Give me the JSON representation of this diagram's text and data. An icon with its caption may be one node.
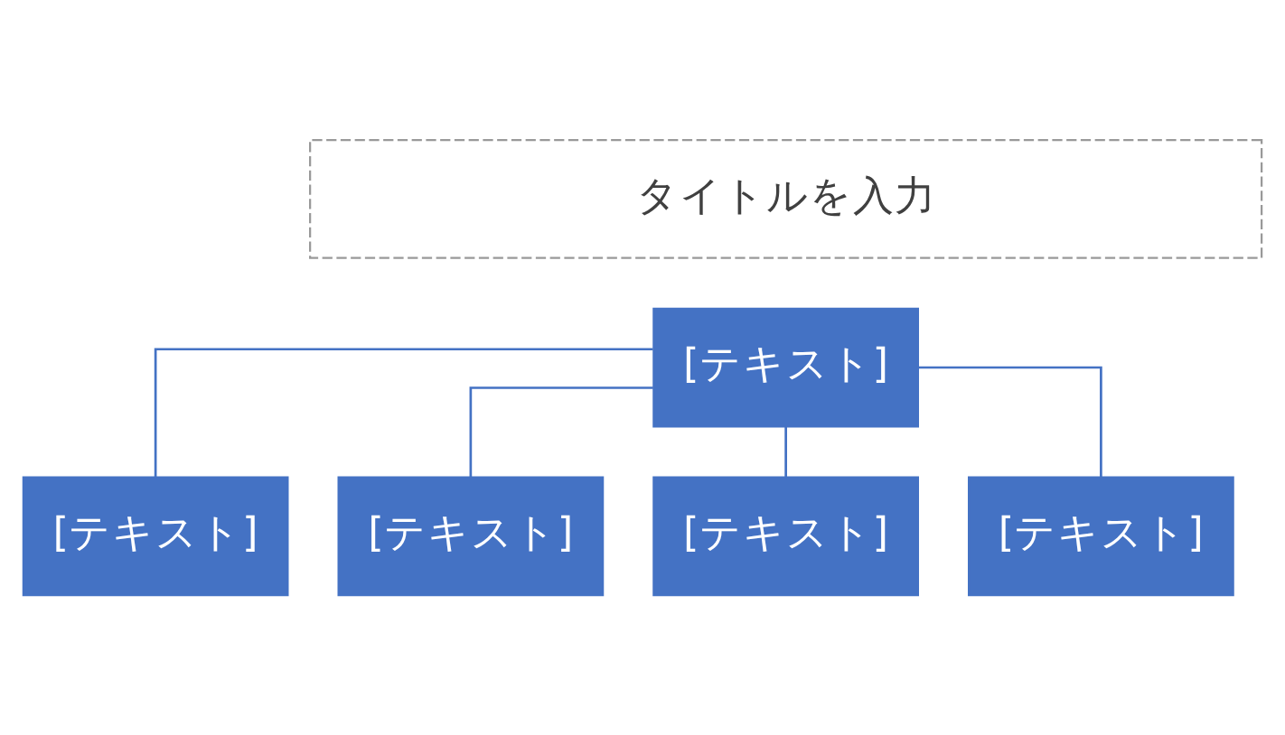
{
  "diagram": {
    "nodes": [
      {
        "text": [
          "タイトルを入力"
        ]
      },
      {
        "text": [
          "[テキスト]"
        ]
      },
      {
        "text": [
          "[テキスト]"
        ]
      },
      {
        "text": [
          "[テキスト]"
        ]
      },
      {
        "text": [
          "[テキスト]"
        ]
      },
      {
        "text": [
          "[テキスト]"
        ]
      }
    ],
    "edges": [
      {
        "from": 1,
        "to": 2,
        "arrow": "none"
      },
      {
        "from": 1,
        "to": 3,
        "arrow": "none"
      },
      {
        "from": 1,
        "to": 4,
        "arrow": "none"
      },
      {
        "from": 1,
        "to": 5,
        "arrow": "none"
      }
    ]
  }
}
